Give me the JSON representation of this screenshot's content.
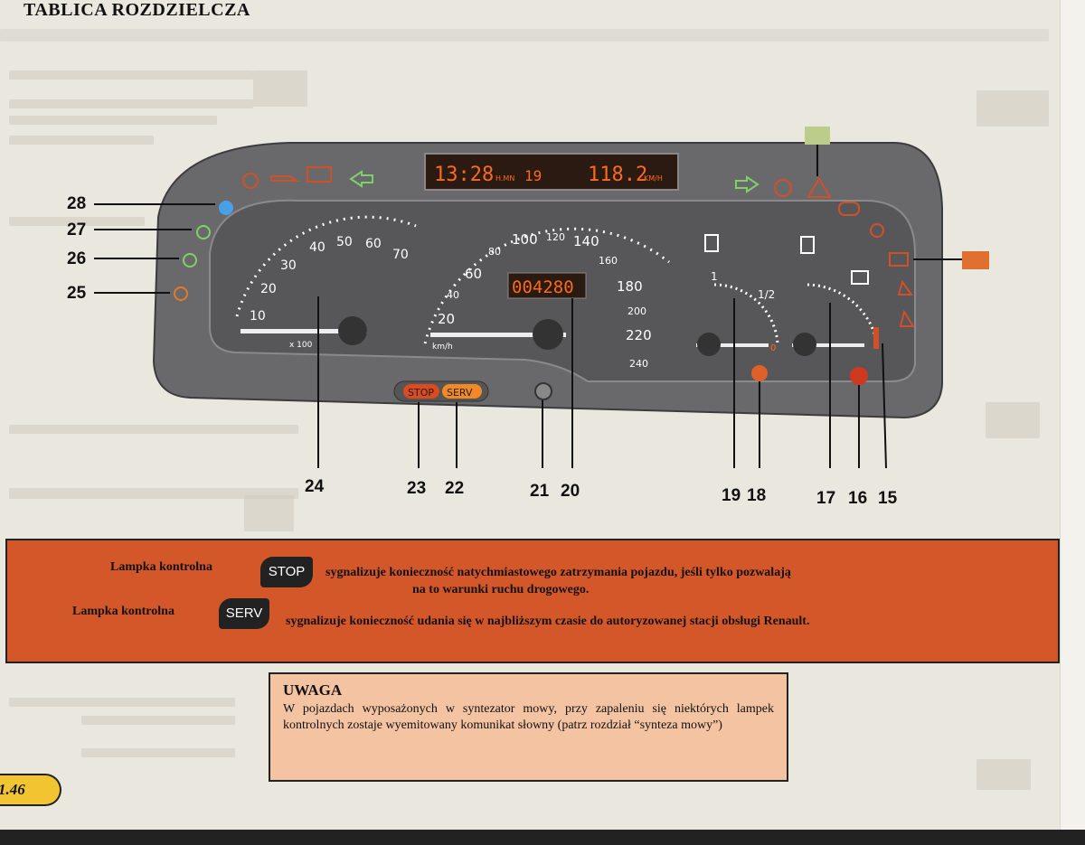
{
  "page": {
    "title": "TABLICA ROZDZIELCZA",
    "page_number": "1.46"
  },
  "dashboard": {
    "display": {
      "time": "13:28",
      "time_unit": "H.MN",
      "temperature": "19",
      "speed": "118.2",
      "speed_unit": "KM/H"
    },
    "odometer": "004280",
    "speedometer": {
      "ticks": [
        "20",
        "40",
        "60",
        "80",
        "100",
        "120",
        "140",
        "160",
        "180",
        "200",
        "220",
        "240"
      ],
      "unit": "km/h"
    },
    "tachometer": {
      "ticks": [
        "10",
        "20",
        "30",
        "40",
        "50",
        "60",
        "70"
      ],
      "unit": "x 100"
    },
    "fuel_gauge": {
      "labels": [
        "1",
        "1/2",
        "0"
      ]
    },
    "warning_lamps": {
      "stop": "STOP",
      "serv": "SERV"
    }
  },
  "callouts": {
    "left": [
      "28",
      "27",
      "26",
      "25"
    ],
    "bottom": [
      "24",
      "23",
      "22",
      "21",
      "20",
      "19",
      "18",
      "17",
      "16",
      "15"
    ]
  },
  "stop_band": {
    "line1_prefix": "Lampka kontrolna",
    "stop_chip": "STOP",
    "line1_text": "sygnalizuje konieczność natychmiastowego zatrzymania pojazdu, jeśli tylko pozwalają",
    "line1_cont": "na to warunki ruchu drogowego.",
    "line2_prefix": "Lampka kontrolna",
    "serv_chip": "SERV",
    "line2_text": "sygnalizuje konieczność udania się w najbliższym czasie do autoryzowanej stacji obsługi Renault."
  },
  "note": {
    "title": "UWAGA",
    "body": "W pojazdach wyposażonych w syntezator mowy, przy zapaleniu się niektórych lampek kontrolnych zostaje wyemitowany komunikat słowny (patrz rozdział “synteza mowy”)"
  },
  "colors": {
    "band": "#d4572a",
    "note": "#f3c3a2",
    "tab": "#f2c432",
    "display": "#ff6a1a",
    "dash": "#5d5d60"
  }
}
